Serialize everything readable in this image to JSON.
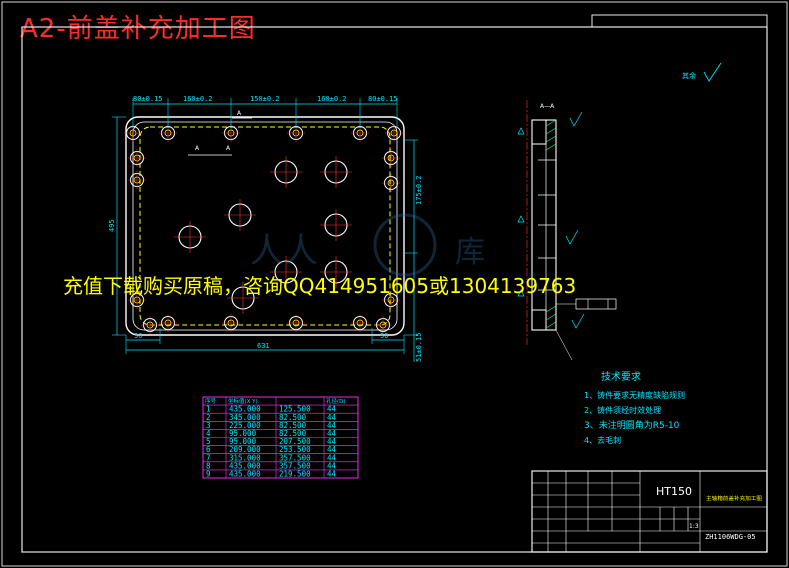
{
  "title": "A2-前盖补充加工图",
  "promo_text": "充值下载购买原稿，咨询QQ414951605或1304139763",
  "dimensions": {
    "top": [
      "80±0.15",
      "160±0.2",
      "150±0.2",
      "160±0.2",
      "80±0.15"
    ],
    "bottom": [
      "50",
      "631",
      "50"
    ],
    "left": "495",
    "right": [
      "175±0.2",
      "51±0.15"
    ]
  },
  "section_label": "A—A",
  "roughness_label": "其余",
  "tech_requirements": {
    "heading": "技术要求",
    "items": [
      "1、铸件要求无精度缺陷规则",
      "2、铸件须经时效处理",
      "3、未注明圆角为R5-10",
      "4、去毛刺"
    ]
  },
  "coord_table": {
    "headers": [
      "序号",
      "坐标值(X  Y)",
      "",
      "孔径(D)"
    ],
    "rows": [
      [
        "1",
        "435.000",
        "125.500",
        "44"
      ],
      [
        "2",
        "345.000",
        "82.500",
        "44"
      ],
      [
        "3",
        "225.000",
        "82.500",
        "44"
      ],
      [
        "4",
        "95.000",
        "82.500",
        "44"
      ],
      [
        "5",
        "95.000",
        "207.500",
        "44"
      ],
      [
        "6",
        "209.000",
        "253.500",
        "44"
      ],
      [
        "7",
        "315.000",
        "357.500",
        "44"
      ],
      [
        "8",
        "435.000",
        "357.500",
        "44"
      ],
      [
        "9",
        "435.000",
        "219.500",
        "44"
      ]
    ]
  },
  "title_block": {
    "material": "HT150",
    "part_name": "主轴箱前盖补充加工图",
    "drawing_no": "ZH1106WDG-05",
    "scale": "1:3"
  },
  "colors": {
    "frame": "#e8e8e8",
    "outline": "#ffffff",
    "center_line": "#ff3030",
    "hidden_line": "#ffff00",
    "dimension": "#00e5ff",
    "table_border": "#ff33ff",
    "table_text": "#00e5ff",
    "tech_text": "#00e5ff",
    "title": "#ff2a2a",
    "promo": "#ffff00"
  }
}
